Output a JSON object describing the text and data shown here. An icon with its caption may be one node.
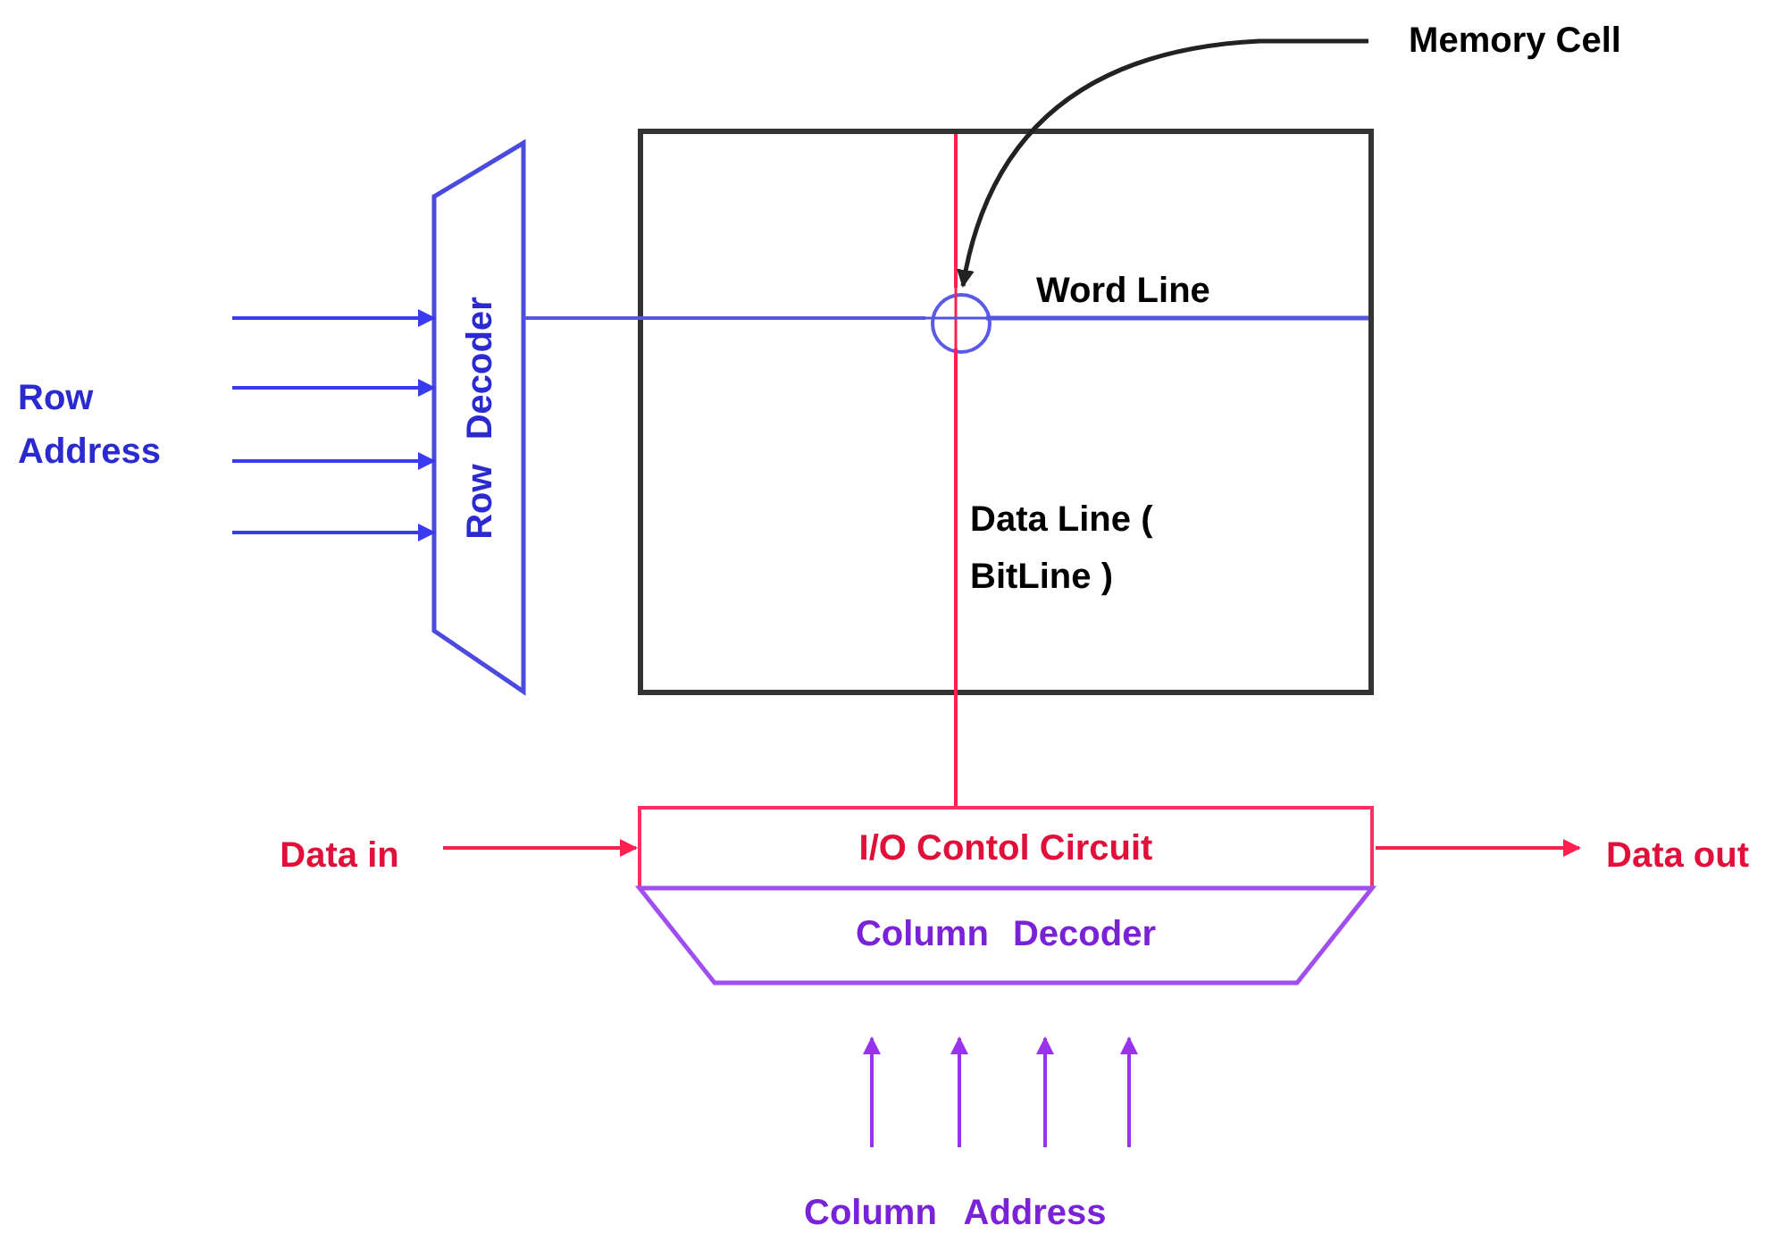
{
  "diagram": {
    "nodes": [
      {
        "text": [
          "Row Decoder"
        ]
      },
      {
        "text": [],
        "shape": "box"
      },
      {
        "text": [],
        "shape": "circle",
        "in": 1
      },
      {
        "text": [
          "Memory Cell"
        ]
      },
      {
        "text": [
          "I/O Contol Circuit"
        ]
      },
      {
        "text": [
          "Column Decoder"
        ]
      },
      {
        "text": [
          "Data in"
        ]
      },
      {
        "text": [
          "Data out"
        ]
      }
    ],
    "edges": [
      {
        "from": null,
        "to": 0,
        "arrow": "to",
        "color": "#3a3af0"
      },
      {
        "from": null,
        "to": 0,
        "arrow": "to",
        "color": "#3a3af0"
      },
      {
        "from": null,
        "to": 0,
        "arrow": "to",
        "color": "#3a3af0"
      },
      {
        "from": null,
        "to": 0,
        "arrow": "to",
        "color": "#3a3af0"
      },
      {
        "from": 0,
        "to": 2,
        "arrow": "none",
        "color": "#5555dd"
      },
      {
        "from": 2,
        "to": 4,
        "arrow": "none",
        "color": "#ff2050"
      },
      {
        "from": 3,
        "to": 2,
        "arrow": "to",
        "color": "#222222"
      },
      {
        "from": 6,
        "to": 4,
        "arrow": "to",
        "color": "#ff2050"
      },
      {
        "from": 4,
        "to": 7,
        "arrow": "to",
        "color": "#ff2050"
      },
      {
        "from": null,
        "to": 5,
        "arrow": "to",
        "color": "#9933ee"
      },
      {
        "from": null,
        "to": 5,
        "arrow": "to",
        "color": "#9933ee"
      },
      {
        "from": null,
        "to": 5,
        "arrow": "to",
        "color": "#9933ee"
      },
      {
        "from": null,
        "to": 5,
        "arrow": "to",
        "color": "#9933ee"
      }
    ],
    "labels": [
      "Row Address",
      "Word Line",
      "Data Line ( BitLine )",
      "Column Address"
    ]
  }
}
